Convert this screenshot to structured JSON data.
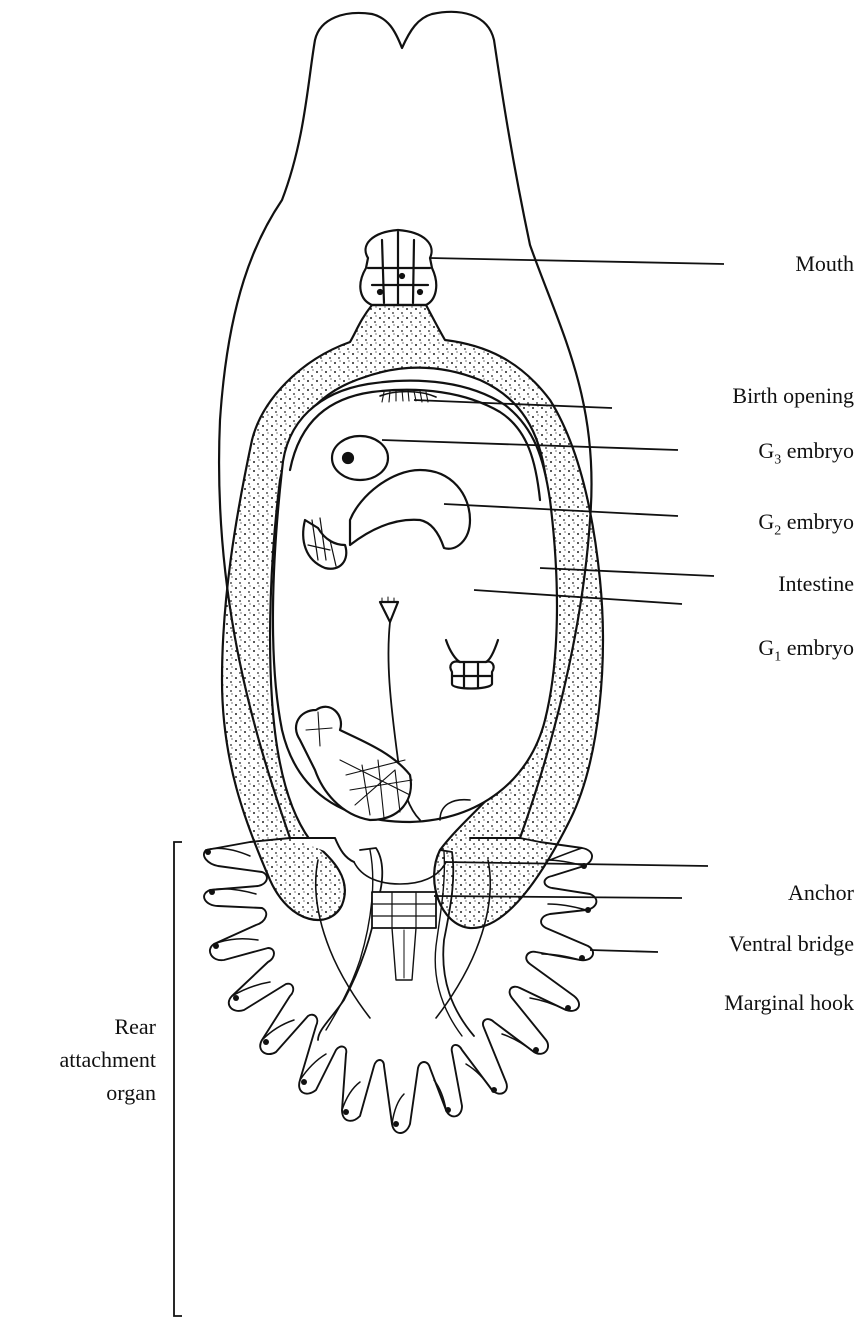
{
  "labels": {
    "mouth": "Mouth",
    "birth_opening": "Birth opening",
    "g3_letter": "G",
    "g3_sub": "3",
    "g3_word": " embryo",
    "g2_letter": "G",
    "g2_sub": "2",
    "g2_word": " embryo",
    "intestine": "Intestine",
    "g1_letter": "G",
    "g1_sub": "1",
    "g1_word": " embryo",
    "anchor": "Anchor",
    "ventral_bridge": "Ventral bridge",
    "marginal_hook": "Marginal hook",
    "rear_line1": "Rear",
    "rear_line2": "attachment",
    "rear_line3": "organ"
  },
  "colors": {
    "ink": "#111111",
    "background": "#ffffff"
  }
}
